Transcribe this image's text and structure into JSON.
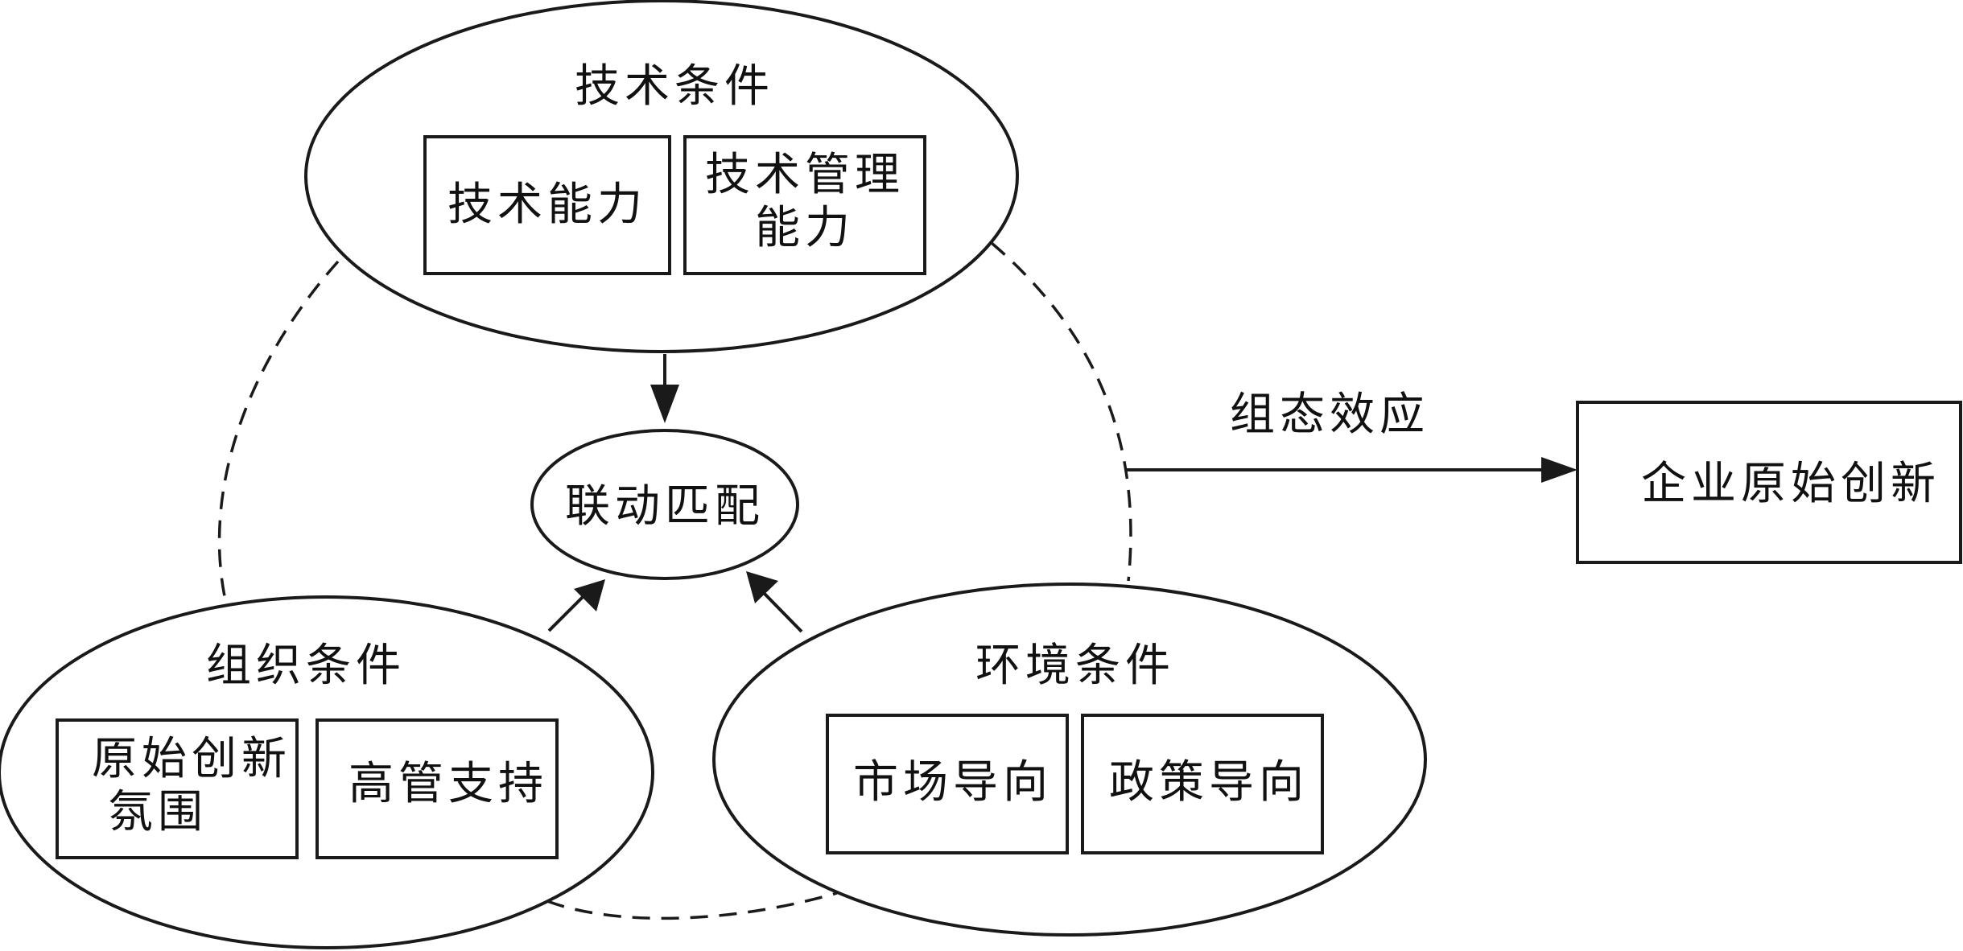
{
  "technical": {
    "title": "技术条件",
    "box1": "技术能力",
    "box2_line1": "技术管理",
    "box2_line2": "能力"
  },
  "center": {
    "label": "联动匹配"
  },
  "organization": {
    "title": "组织条件",
    "box1_line1": "原始创新",
    "box1_line2": "氛围",
    "box2": "高管支持"
  },
  "environment": {
    "title": "环境条件",
    "box1": "市场导向",
    "box2": "政策导向"
  },
  "effect": {
    "label": "组态效应"
  },
  "outcome": {
    "label": "企业原始创新"
  },
  "colors": {
    "stroke": "#1a1a1a",
    "text": "#111111",
    "background": "#ffffff"
  }
}
